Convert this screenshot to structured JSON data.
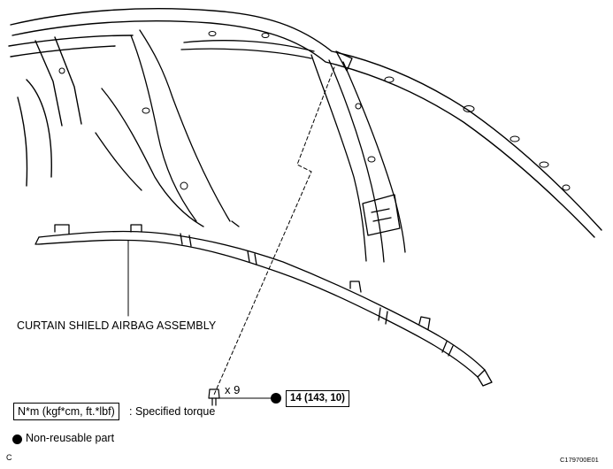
{
  "labels": {
    "part_name": "CURTAIN SHIELD AIRBAG ASSEMBLY",
    "fastener_count": "x 9",
    "torque_value": "14 (143, 10)",
    "torque_units": "N*m (kgf*cm, ft.*lbf)",
    "torque_desc": ": Specified torque",
    "nonreusable_desc": "Non-reusable part",
    "corner_mark": "C",
    "figure_id": "C179700E01"
  },
  "colors": {
    "line": "#000000",
    "background": "#ffffff"
  }
}
